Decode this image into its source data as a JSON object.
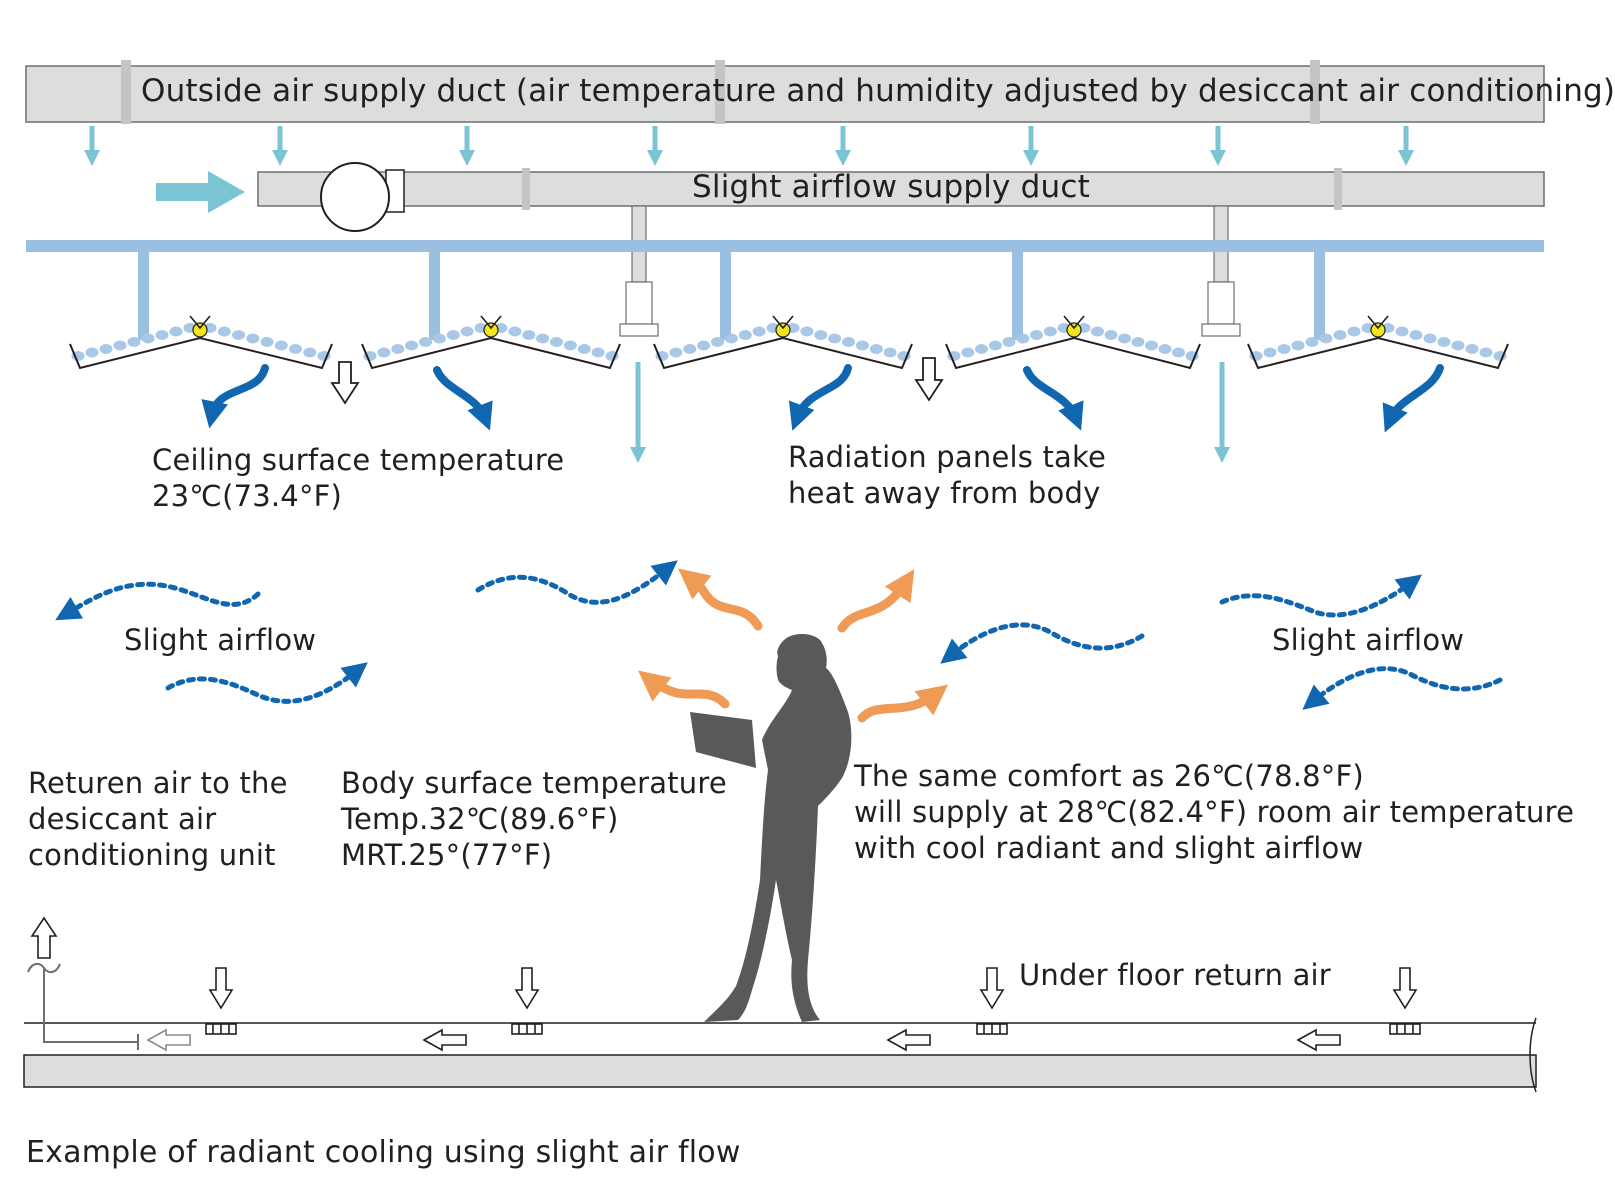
{
  "outside_duct": {
    "label": "Outside air supply duct (air temperature and humidity adjusted by desiccant air conditioning)"
  },
  "slight_duct": {
    "label": "Slight airflow supply duct"
  },
  "ceiling_temp": {
    "line1": "Ceiling surface temperature",
    "line2": "23℃(73.4°F)"
  },
  "radiation": {
    "line1": "Radiation panels take",
    "line2": "heat away from body"
  },
  "airflow_left": {
    "label": "Slight airflow"
  },
  "airflow_right": {
    "label": "Slight airflow"
  },
  "return_air": {
    "line1": "Returen air to the",
    "line2": "desiccant air",
    "line3": "conditioning unit"
  },
  "body_temp": {
    "line1": "Body surface temperature",
    "line2": "Temp.32℃(89.6°F)",
    "line3": "MRT.25°(77°F)"
  },
  "comfort": {
    "line1": "The same comfort as 26℃(78.8°F)",
    "line2": "will supply at 28℃(82.4°F) room air temperature",
    "line3": "with cool radiant and slight airflow"
  },
  "underfloor": {
    "label": "Under floor return air"
  },
  "caption": {
    "text": "Example of radiant cooling using slight air flow"
  },
  "colors": {
    "duct_fill": "#dcdddd",
    "duct_stroke": "#6d6e70",
    "pipe_blue": "#9bbfe0",
    "supply_arrow": "#7ac4d4",
    "airflow_blue": "#1166b0",
    "heat_orange": "#ef9a55",
    "person": "#58595b",
    "panel_dot": "#a9c7e6",
    "valve_yellow": "#f2e51e"
  }
}
